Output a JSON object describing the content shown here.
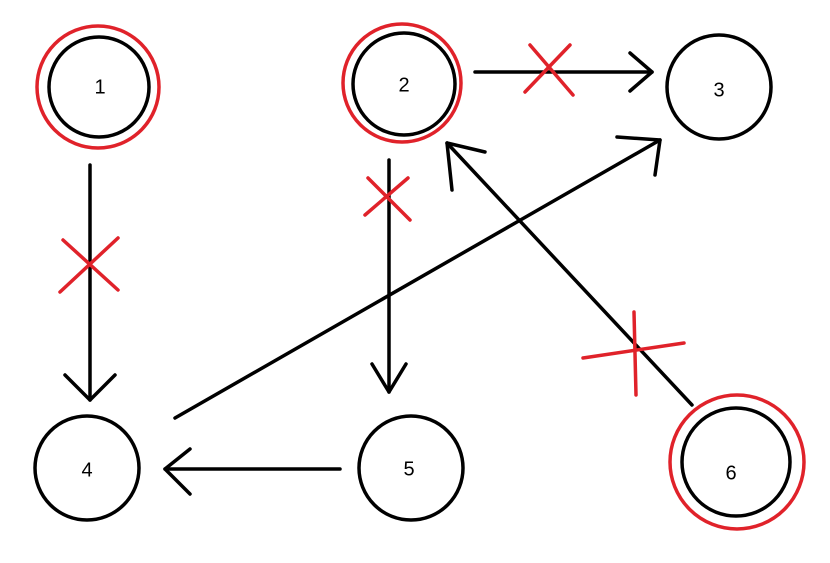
{
  "colors": {
    "edge": "#000000",
    "node": "#000000",
    "highlight": "#e0222a",
    "background": "#ffffff"
  },
  "nodes": [
    {
      "id": "n1",
      "label": "1",
      "highlighted": true
    },
    {
      "id": "n2",
      "label": "2",
      "highlighted": true
    },
    {
      "id": "n3",
      "label": "3",
      "highlighted": false
    },
    {
      "id": "n4",
      "label": "4",
      "highlighted": false
    },
    {
      "id": "n5",
      "label": "5",
      "highlighted": false
    },
    {
      "id": "n6",
      "label": "6",
      "highlighted": true
    }
  ],
  "edges": [
    {
      "from": "1",
      "to": "4",
      "crossed": true
    },
    {
      "from": "2",
      "to": "3",
      "crossed": true
    },
    {
      "from": "2",
      "to": "5",
      "crossed": true
    },
    {
      "from": "6",
      "to": "2",
      "crossed": true
    },
    {
      "from": "4",
      "to": "3",
      "crossed": false
    },
    {
      "from": "5",
      "to": "4",
      "crossed": false
    }
  ]
}
